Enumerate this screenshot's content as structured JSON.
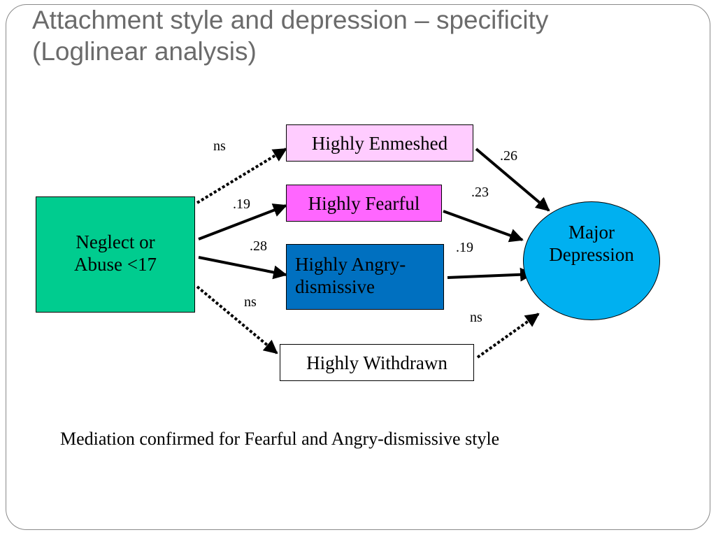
{
  "slide": {
    "title_line1": "Attachment style and depression – specificity",
    "title_line2": "(Loglinear analysis)",
    "footnote": "Mediation confirmed for Fearful and Angry-dismissive style"
  },
  "diagram": {
    "nodes": {
      "source": {
        "line1": "Neglect or",
        "line2": "Abuse <17",
        "fill": "#00cc8f"
      },
      "enmeshed": {
        "label": "Highly Enmeshed",
        "fill": "#ffccff"
      },
      "fearful": {
        "label": "Highly Fearful",
        "fill": "#ff66ff"
      },
      "angry": {
        "line1": "Highly Angry-",
        "line2": "dismissive",
        "fill": "#0070c0"
      },
      "withdrawn": {
        "label": "Highly Withdrawn",
        "fill": "#ffffff"
      },
      "outcome": {
        "line1": "Major",
        "line2": "Depression",
        "fill": "#00b0f0"
      }
    },
    "edges": [
      {
        "from": "source",
        "to": "enmeshed",
        "coefficient": "ns",
        "style": "dotted"
      },
      {
        "from": "source",
        "to": "fearful",
        "coefficient": ".19",
        "style": "solid"
      },
      {
        "from": "source",
        "to": "angry",
        "coefficient": ".28",
        "style": "solid"
      },
      {
        "from": "source",
        "to": "withdrawn",
        "coefficient": "ns",
        "style": "dotted"
      },
      {
        "from": "enmeshed",
        "to": "outcome",
        "coefficient": ".26",
        "style": "solid"
      },
      {
        "from": "fearful",
        "to": "outcome",
        "coefficient": ".23",
        "style": "solid"
      },
      {
        "from": "angry",
        "to": "outcome",
        "coefficient": ".19",
        "style": "solid"
      },
      {
        "from": "withdrawn",
        "to": "outcome",
        "coefficient": "ns",
        "style": "dotted"
      }
    ]
  }
}
